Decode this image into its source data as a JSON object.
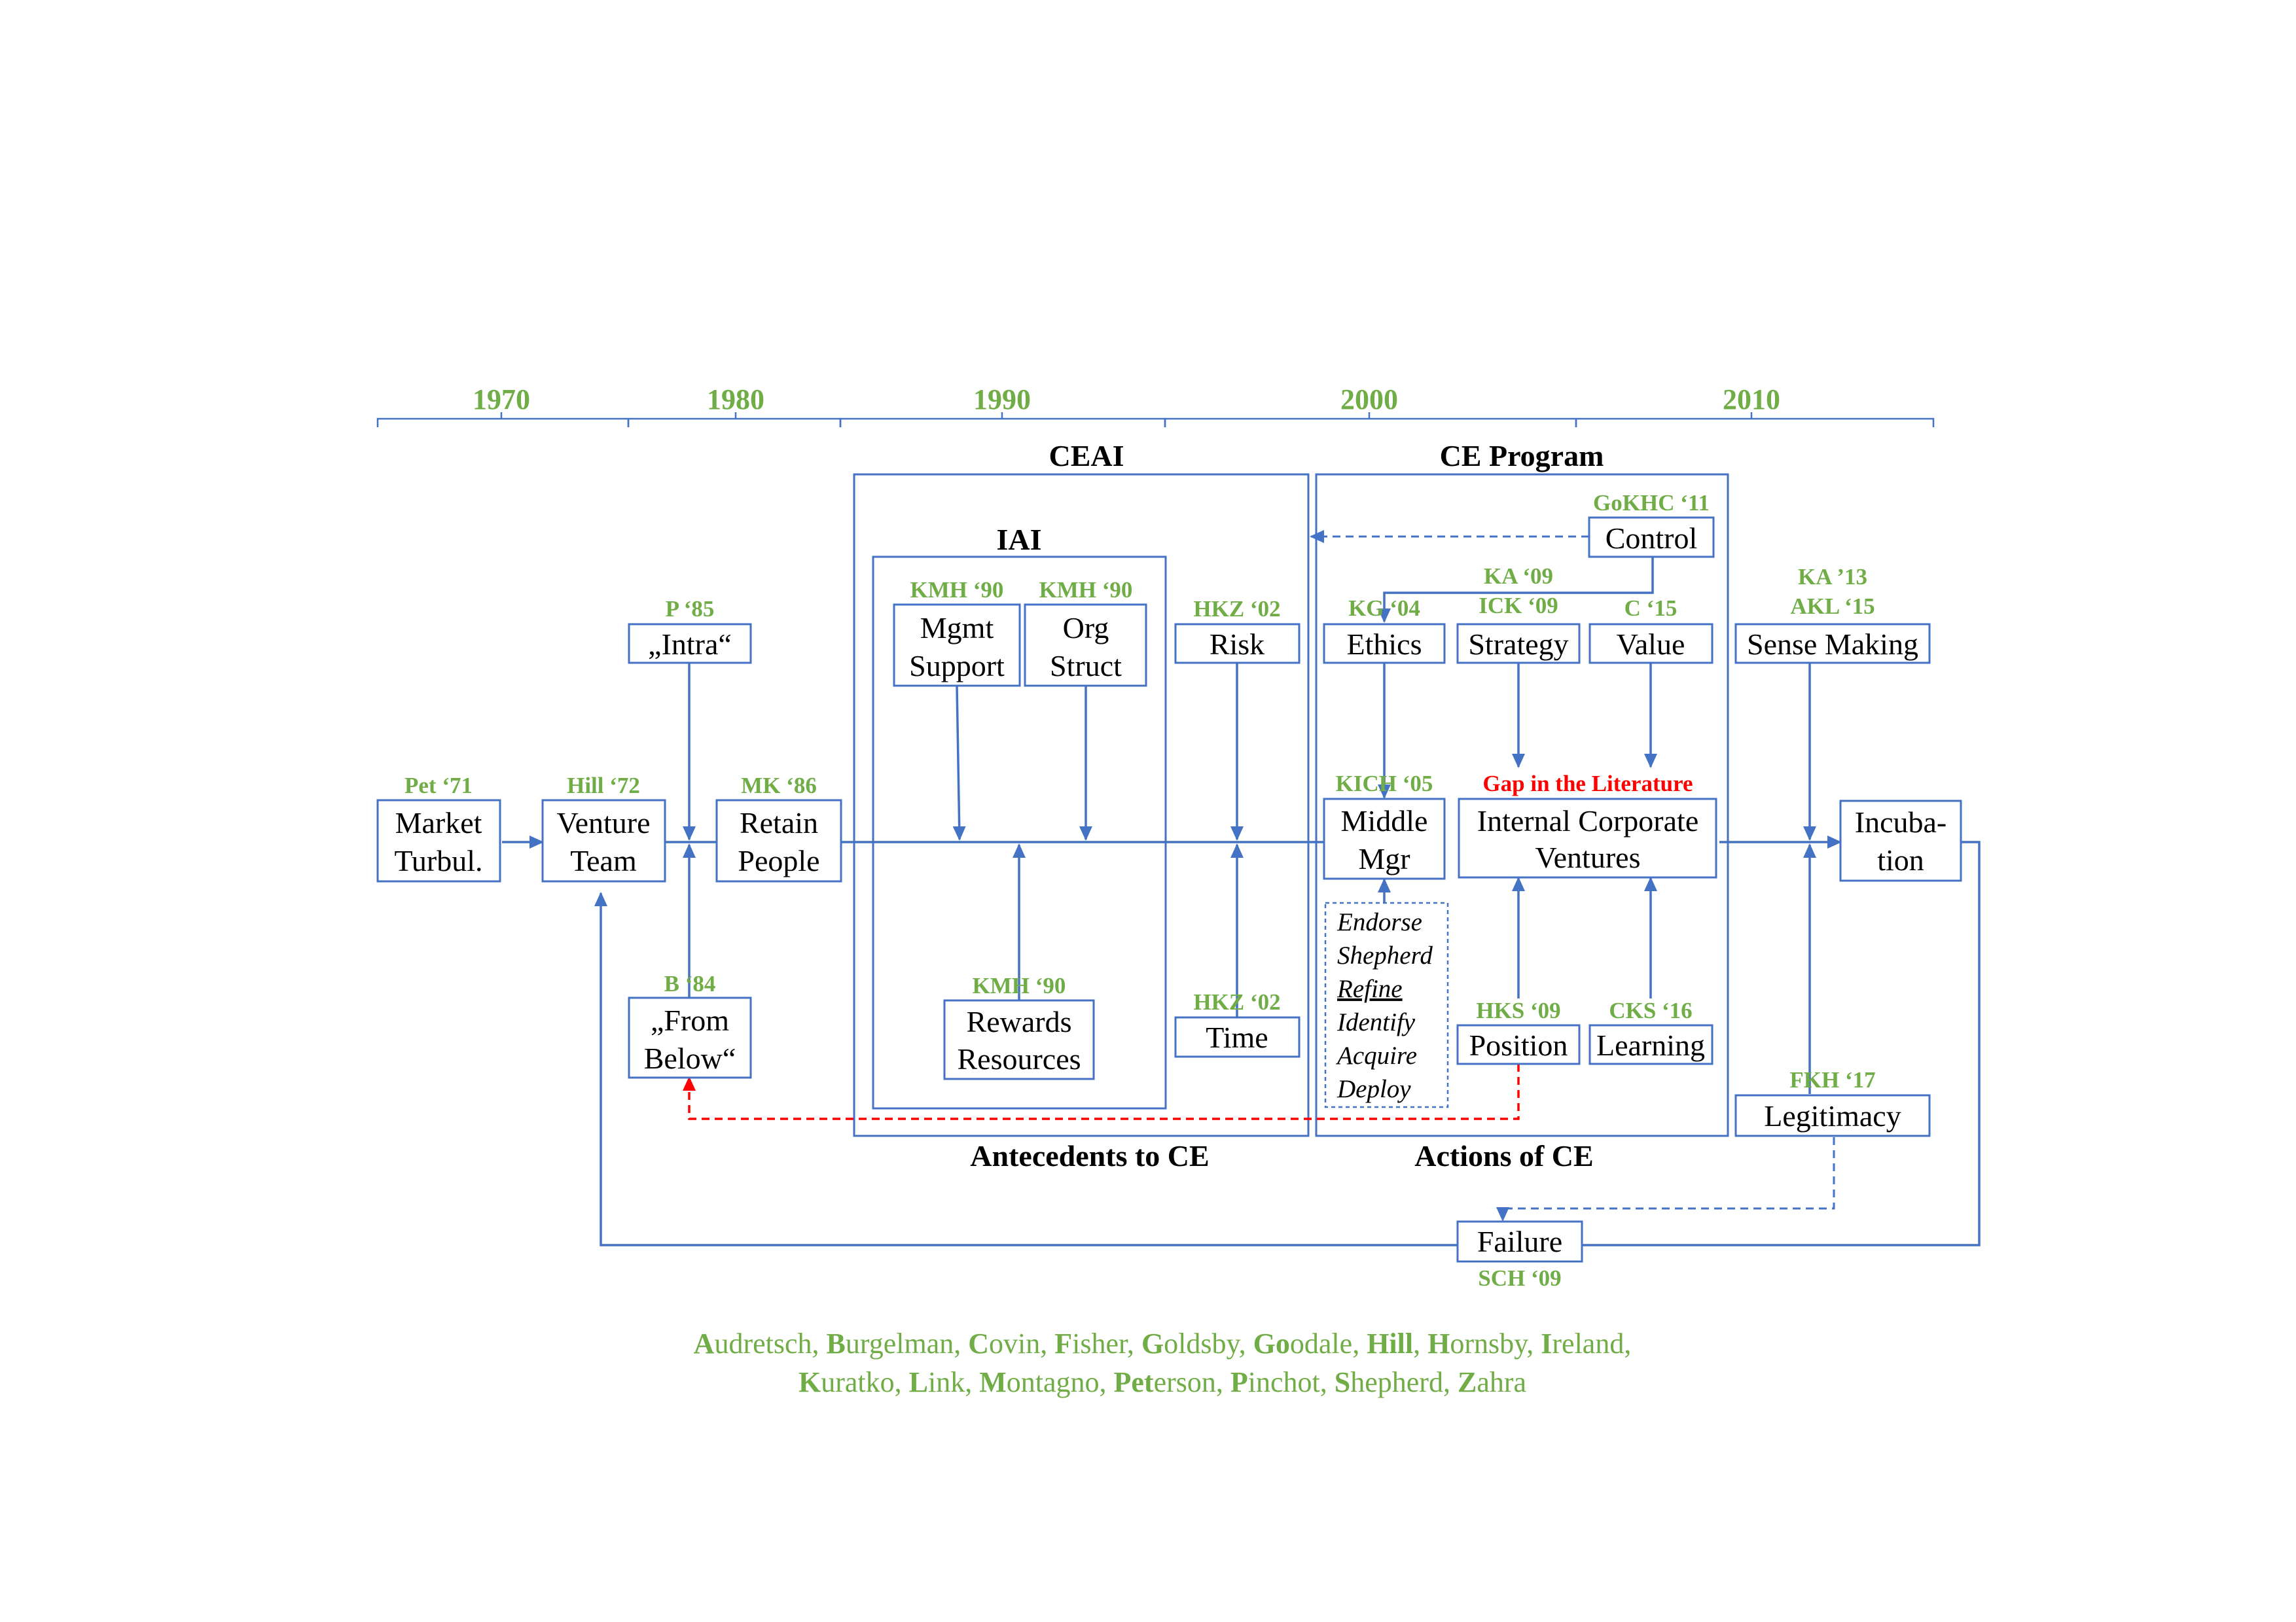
{
  "timeline": {
    "decades": [
      "1970",
      "1980",
      "1990",
      "2000",
      "2010"
    ]
  },
  "sections": {
    "ceai": "CEAI",
    "iai": "IAI",
    "ce_program": "CE Program",
    "antecedents": "Antecedents to CE",
    "actions": "Actions of CE"
  },
  "nodes": {
    "market": {
      "lines": [
        "Market",
        "Turbul."
      ],
      "cite": "Pet ‘71"
    },
    "venture": {
      "lines": [
        "Venture",
        "Team"
      ],
      "cite": "Hill ‘72"
    },
    "intra": {
      "lines": [
        "„Intra“"
      ],
      "cite": "P ‘85"
    },
    "from_below": {
      "lines": [
        "„From",
        "Below“"
      ],
      "cite": "B ‘84"
    },
    "retain": {
      "lines": [
        "Retain",
        "People"
      ],
      "cite": "MK ‘86"
    },
    "mgmt": {
      "lines": [
        "Mgmt",
        "Support"
      ],
      "cite": "KMH ‘90"
    },
    "org": {
      "lines": [
        "Org",
        "Struct"
      ],
      "cite": "KMH ‘90"
    },
    "rewards": {
      "lines": [
        "Rewards",
        "Resources"
      ],
      "cite": "KMH ‘90"
    },
    "risk": {
      "lines": [
        "Risk"
      ],
      "cite": "HKZ ‘02"
    },
    "time": {
      "lines": [
        "Time"
      ],
      "cite": "HKZ ‘02"
    },
    "control": {
      "lines": [
        "Control"
      ],
      "cite": "GoKHC ‘11"
    },
    "ethics": {
      "lines": [
        "Ethics"
      ],
      "cite": "KG ‘04"
    },
    "strategy": {
      "lines": [
        "Strategy"
      ],
      "cite": "ICK ‘09"
    },
    "strategy_top": {
      "cite": "KA ‘09"
    },
    "value": {
      "lines": [
        "Value"
      ],
      "cite": "C ‘15"
    },
    "middle": {
      "lines": [
        "Middle",
        "Mgr"
      ],
      "cite": "KICH ‘05"
    },
    "icv": {
      "lines": [
        "Internal Corporate",
        "Ventures"
      ],
      "cite": "Gap in the Literature"
    },
    "position": {
      "lines": [
        "Position"
      ],
      "cite": "HKS ‘09"
    },
    "learning": {
      "lines": [
        "Learning"
      ],
      "cite": "CKS ‘16"
    },
    "sense": {
      "lines": [
        "Sense Making"
      ],
      "cite": "KA ’13",
      "cite2": "AKL ‘15"
    },
    "incubation": {
      "lines": [
        "Incuba-",
        "tion"
      ]
    },
    "legitimacy": {
      "lines": [
        "Legitimacy"
      ],
      "cite": "FKH ‘17"
    },
    "failure": {
      "lines": [
        "Failure"
      ],
      "cite": "SCH ‘09"
    }
  },
  "middle_manager_actions": [
    "Endorse",
    "Shepherd",
    "Refine",
    "Identify",
    "Acquire",
    "Deploy"
  ],
  "authors": {
    "line1": [
      {
        "b": "A",
        "r": "udretsch, "
      },
      {
        "b": "B",
        "r": "urgelman, "
      },
      {
        "b": "C",
        "r": "ovin, "
      },
      {
        "b": "F",
        "r": "isher, "
      },
      {
        "b": "G",
        "r": "oldsby, "
      },
      {
        "b": "Go",
        "r": "odale, "
      },
      {
        "b": "Hill",
        "r": ", "
      },
      {
        "b": "H",
        "r": "ornsby, "
      },
      {
        "b": "I",
        "r": "reland,"
      }
    ],
    "line2": [
      {
        "b": "K",
        "r": "uratko, "
      },
      {
        "b": "L",
        "r": "ink, "
      },
      {
        "b": "M",
        "r": "ontagno, "
      },
      {
        "b": "Pet",
        "r": "erson, "
      },
      {
        "b": "P",
        "r": "inchot, "
      },
      {
        "b": "S",
        "r": "hepherd, "
      },
      {
        "b": "Z",
        "r": "ahra"
      }
    ]
  },
  "colors": {
    "line": "#4472c4",
    "citation": "#70ad47",
    "gap": "#ff0000"
  },
  "icons": {
    "arrowhead": "arrow-icon"
  }
}
